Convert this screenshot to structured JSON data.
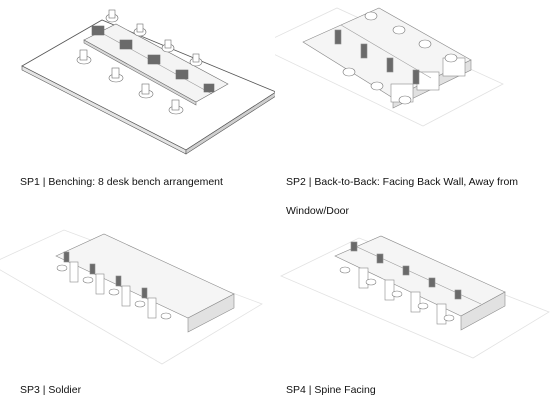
{
  "figure": {
    "panels": [
      {
        "id": "SP1",
        "caption": "SP1 | Benching: 8 desk bench arrangement"
      },
      {
        "id": "SP2",
        "caption_line1": "SP2 | Back-to-Back: Facing Back Wall, Away from",
        "caption_line2": "Window/Door"
      },
      {
        "id": "SP3",
        "caption": "SP3 | Soldier"
      },
      {
        "id": "SP4",
        "caption": "SP4 | Spine Facing"
      }
    ]
  }
}
